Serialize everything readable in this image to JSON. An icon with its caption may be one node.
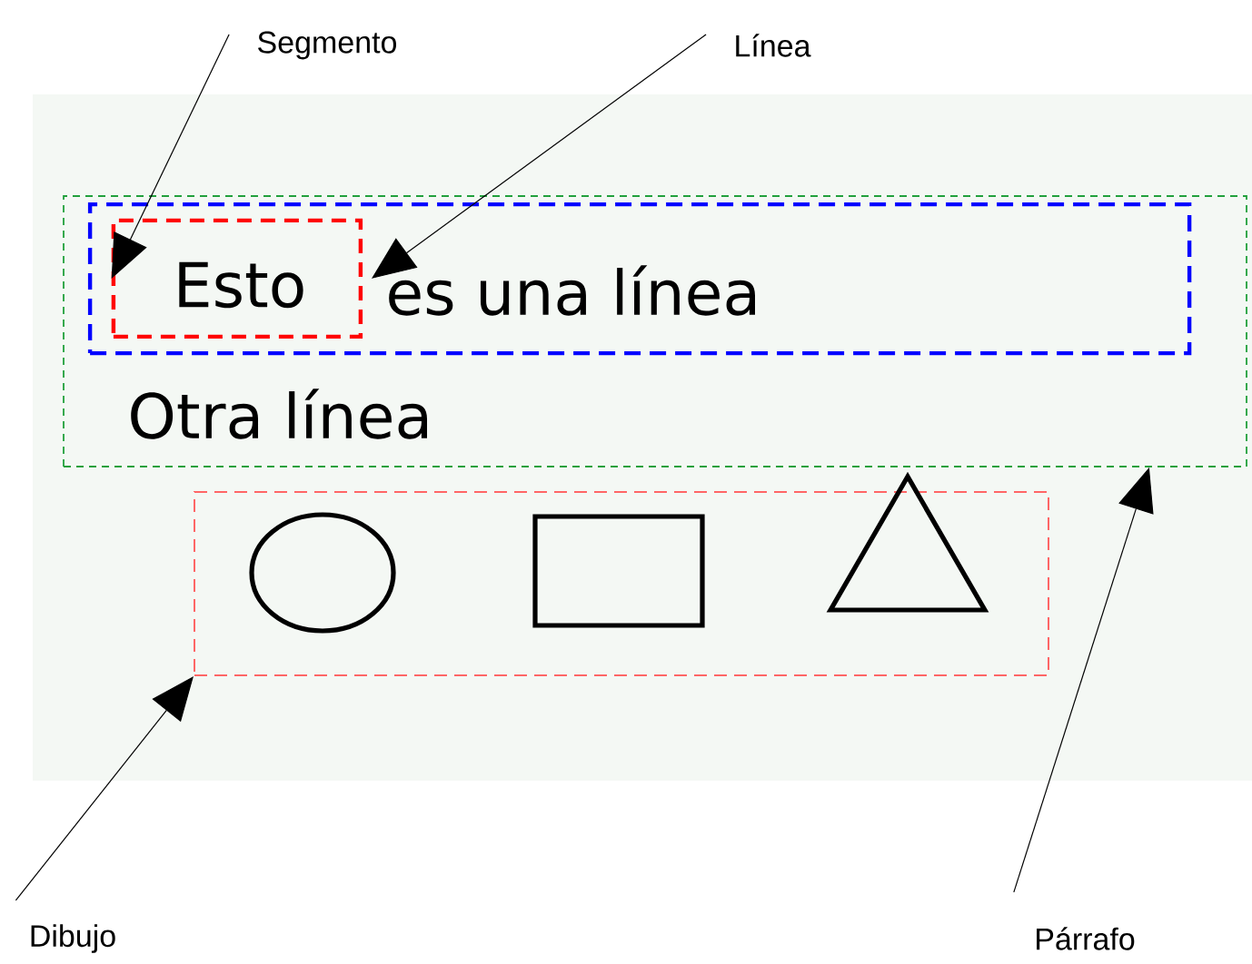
{
  "diagram": {
    "nodes": [
      {
        "text": [
          "Otra línea"
        ]
      },
      {
        "text": [
          "es una línea"
        ],
        "in": 0
      },
      {
        "text": [
          "Esto"
        ],
        "in": 1
      },
      {
        "text": [],
        "shape": "box"
      },
      {
        "text": [],
        "shape": "circle",
        "in": 3
      },
      {
        "text": [],
        "shape": "box",
        "in": 3
      },
      {
        "text": [],
        "shape": "triangle",
        "in": 3
      },
      {
        "text": [
          "Segmento"
        ]
      },
      {
        "text": [
          "Línea"
        ]
      },
      {
        "text": [
          "Dibujo"
        ]
      },
      {
        "text": [
          "Párrafo"
        ]
      }
    ],
    "edges": [
      {
        "from": 7,
        "to": 2,
        "arrow": "to"
      },
      {
        "from": 8,
        "to": 1,
        "arrow": "to"
      },
      {
        "from": 9,
        "to": 3,
        "arrow": "to"
      },
      {
        "from": 10,
        "to": 0,
        "arrow": "to"
      }
    ]
  }
}
